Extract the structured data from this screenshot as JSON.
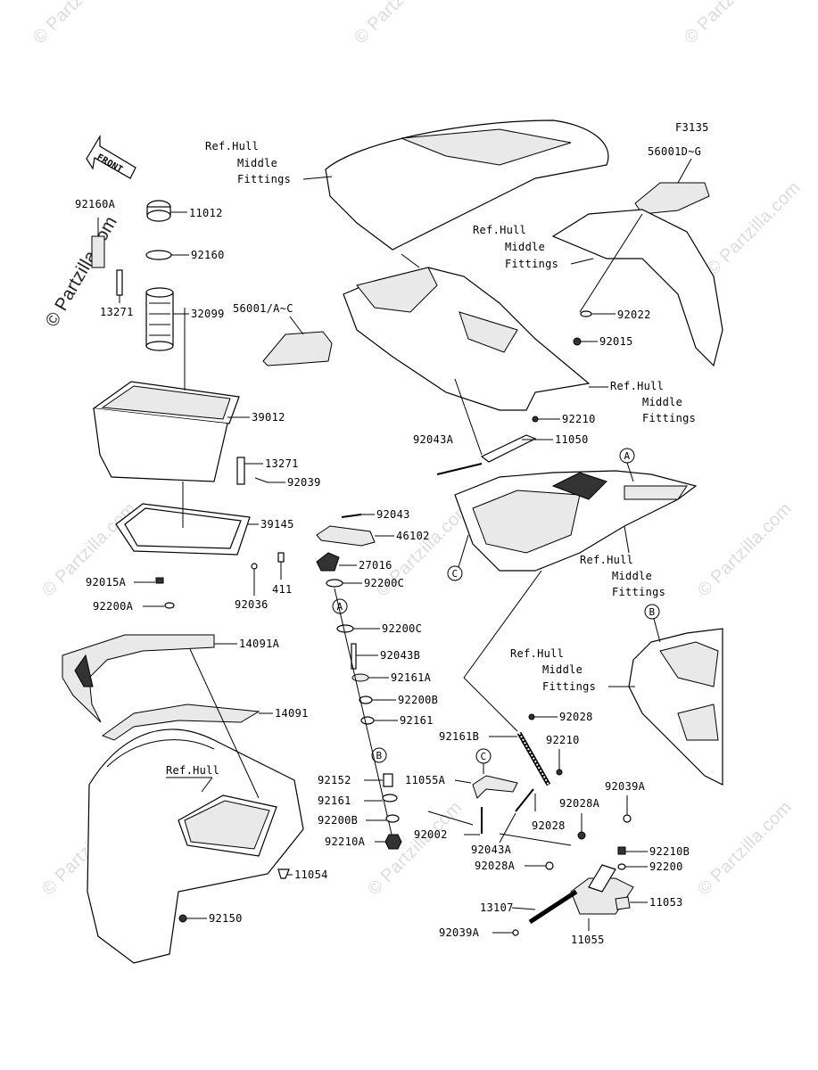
{
  "figure_code": "F3135",
  "front_arrow_label": "FRONT",
  "watermarks": [
    "© Partzilla.com"
  ],
  "ref_labels": {
    "top_left": [
      "Ref.Hull",
      "Middle",
      "Fittings"
    ],
    "top_right": [
      "Ref.Hull",
      "Middle",
      "Fittings"
    ],
    "mid_right": [
      "Ref.Hull",
      "Middle",
      "Fittings"
    ],
    "center_right": [
      "Ref.Hull",
      "Middle",
      "Fittings"
    ],
    "lower_right": [
      "Ref.Hull",
      "Middle",
      "Fittings"
    ],
    "hull": "Ref.Hull"
  },
  "part_numbers": {
    "p11012": "11012",
    "p92160A": "92160A",
    "p92160": "92160",
    "p13271a": "13271",
    "p32099": "32099",
    "p39012": "39012",
    "p13271b": "13271",
    "p92039": "92039",
    "p39145": "39145",
    "p56001AC": "56001/A~C",
    "p56001DG": "56001D~G",
    "p92022": "92022",
    "p92015": "92015",
    "p92210a": "92210",
    "p92043A_top": "92043A",
    "p11050": "11050",
    "p92043": "92043",
    "p46102": "46102",
    "p27016": "27016",
    "p92036": "92036",
    "p411": "411",
    "p92015A": "92015A",
    "p92200A": "92200A",
    "p92200C_1": "92200C",
    "p92200C_2": "92200C",
    "p92043B": "92043B",
    "p92161A": "92161A",
    "p92200B_1": "92200B",
    "p92161_1": "92161",
    "p14091A": "14091A",
    "p14091": "14091",
    "p92152": "92152",
    "p92161_2": "92161",
    "p92200B_2": "92200B",
    "p92210A": "92210A",
    "p11054": "11054",
    "p92150": "92150",
    "p92028_1": "92028",
    "p92161B": "92161B",
    "p92210b": "92210",
    "p11055A": "11055A",
    "p92002": "92002",
    "p92028_2": "92028",
    "p92043A_low": "92043A",
    "p92028A_1": "92028A",
    "p92039A_1": "92039A",
    "p92028A_2": "92028A",
    "p92210B": "92210B",
    "p92200": "92200",
    "p13107": "13107",
    "p11053": "11053",
    "p92039A_2": "92039A",
    "p11055": "11055"
  },
  "callouts": {
    "A": "A",
    "B": "B",
    "C": "C"
  }
}
